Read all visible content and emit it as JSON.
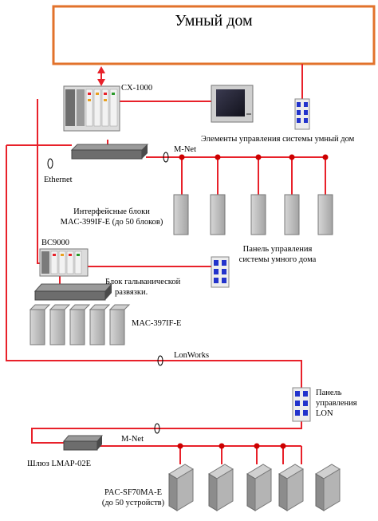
{
  "title": "Умный дом",
  "labels": {
    "cx1000": "CX-1000",
    "elements": "Элементы управления системы умный дом",
    "mnet1": "M-Net",
    "ethernet": "Ethernet",
    "interface_blocks_1": "Интерфейсные блоки",
    "interface_blocks_2": "MAC-399IF-E (до 50 блоков)",
    "bc9000": "BC9000",
    "panel_home_1": "Панель управления",
    "panel_home_2": "системы умного дома",
    "galv_1": "Блок гальванической",
    "galv_2": "развязки.",
    "mac397": "MAC-397IF-E",
    "lonworks": "LonWorks",
    "panel_lon_1": "Панель",
    "panel_lon_2": "управления",
    "panel_lon_3": "LON",
    "mnet2": "M-Net",
    "gateway": "Шлюз LMAP-02E",
    "pac_1": "PAC-SF70MA-E",
    "pac_2": "(до 50 устройств)"
  },
  "colors": {
    "frame": "#e2722b",
    "bus": "#e8212a",
    "node": "#cc0000",
    "module": "#b8b8b8",
    "module_dark": "#8c8c8c",
    "panel_blue": "#2233cc"
  }
}
